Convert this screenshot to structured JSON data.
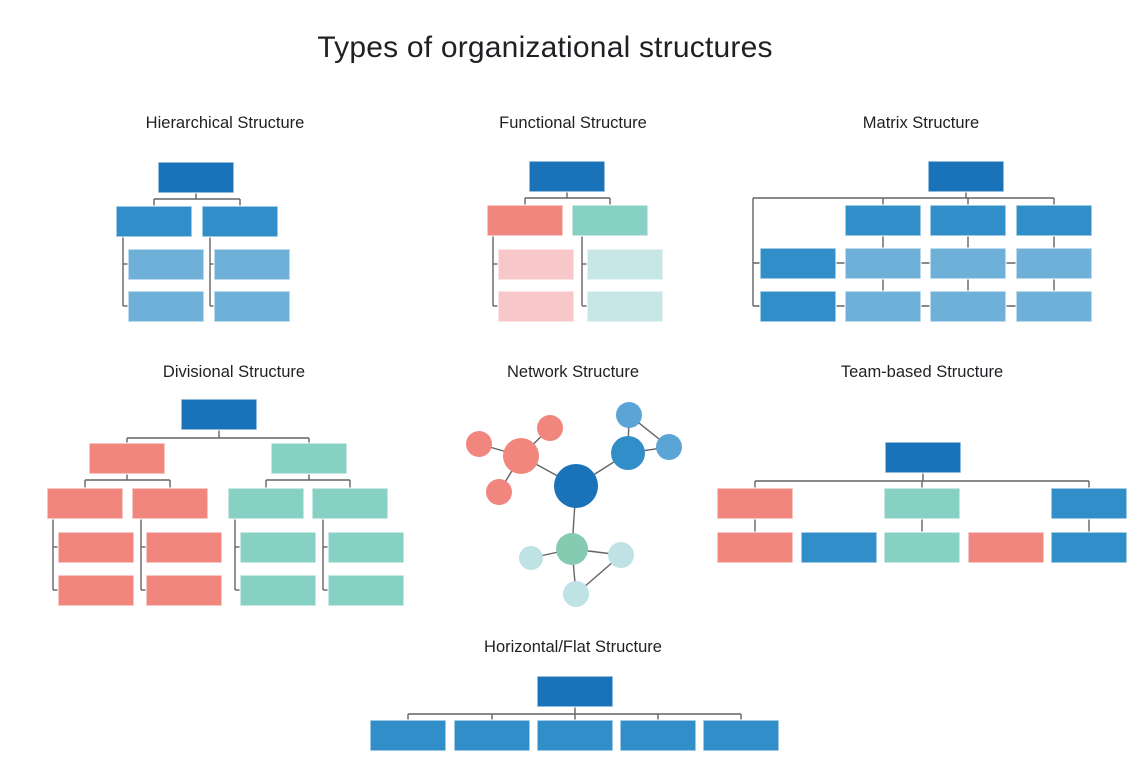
{
  "page": {
    "title": "Types of organizational structures",
    "background": "#ffffff",
    "text_color": "#1f2023"
  },
  "palette": {
    "dark_blue": "#1a72b8",
    "mid_blue": "#328ec8",
    "light_blue": "#6fb0d9",
    "sky_blue": "#5ba4d6",
    "salmon": "#f1867f",
    "pink": "#f8c7c9",
    "teal": "#87d0c4",
    "light_cyan": "#c6e7e5",
    "net_teal": "#85cbb2",
    "net_teal_light": "#bfe3e5",
    "line": "#646464"
  },
  "diagrams": [
    {
      "id": "hierarchical",
      "title": "Hierarchical Structure",
      "lines": [
        [
          196,
          193,
          196,
          199
        ],
        [
          154,
          199,
          240,
          199
        ],
        [
          154,
          199,
          154,
          206
        ],
        [
          240,
          199,
          240,
          206
        ],
        [
          123,
          237,
          123,
          306
        ],
        [
          123,
          264,
          128,
          264
        ],
        [
          123,
          306,
          128,
          306
        ],
        [
          210,
          237,
          210,
          306
        ],
        [
          210,
          264,
          215,
          264
        ],
        [
          210,
          306,
          215,
          306
        ]
      ],
      "rects": [
        [
          158,
          162,
          76,
          31,
          "dark_blue"
        ],
        [
          116,
          206,
          76,
          31,
          "mid_blue"
        ],
        [
          202,
          206,
          76,
          31,
          "mid_blue"
        ],
        [
          128,
          249,
          76,
          31,
          "light_blue"
        ],
        [
          214,
          249,
          76,
          31,
          "light_blue"
        ],
        [
          128,
          291,
          76,
          31,
          "light_blue"
        ],
        [
          214,
          291,
          76,
          31,
          "light_blue"
        ]
      ],
      "circles": []
    },
    {
      "id": "functional",
      "title": "Functional Structure",
      "lines": [
        [
          567,
          192,
          567,
          198
        ],
        [
          525,
          198,
          610,
          198
        ],
        [
          525,
          198,
          525,
          205
        ],
        [
          610,
          198,
          610,
          205
        ],
        [
          493,
          236,
          493,
          306
        ],
        [
          493,
          264,
          498,
          264
        ],
        [
          493,
          306,
          498,
          306
        ],
        [
          582,
          236,
          582,
          306
        ],
        [
          582,
          264,
          587,
          264
        ],
        [
          582,
          306,
          587,
          306
        ]
      ],
      "rects": [
        [
          529,
          161,
          76,
          31,
          "dark_blue"
        ],
        [
          487,
          205,
          76,
          31,
          "salmon"
        ],
        [
          572,
          205,
          76,
          31,
          "teal"
        ],
        [
          498,
          249,
          76,
          31,
          "pink"
        ],
        [
          587,
          249,
          76,
          31,
          "light_cyan"
        ],
        [
          498,
          291,
          76,
          31,
          "pink"
        ],
        [
          587,
          291,
          76,
          31,
          "light_cyan"
        ]
      ],
      "circles": []
    },
    {
      "id": "matrix",
      "title": "Matrix Structure",
      "lines": [
        [
          966,
          192,
          966,
          198
        ],
        [
          753,
          198,
          1054,
          198
        ],
        [
          753,
          198,
          753,
          306
        ],
        [
          883,
          198,
          883,
          205
        ],
        [
          968,
          198,
          968,
          205
        ],
        [
          1054,
          198,
          1054,
          205
        ],
        [
          883,
          236,
          883,
          306
        ],
        [
          968,
          236,
          968,
          306
        ],
        [
          1054,
          236,
          1054,
          306
        ],
        [
          753,
          263,
          1054,
          263
        ],
        [
          753,
          306,
          1054,
          306
        ]
      ],
      "rects": [
        [
          928,
          161,
          76,
          31,
          "dark_blue"
        ],
        [
          845,
          205,
          76,
          31,
          "mid_blue"
        ],
        [
          930,
          205,
          76,
          31,
          "mid_blue"
        ],
        [
          1016,
          205,
          76,
          31,
          "mid_blue"
        ],
        [
          760,
          248,
          76,
          31,
          "mid_blue"
        ],
        [
          845,
          248,
          76,
          31,
          "light_blue"
        ],
        [
          930,
          248,
          76,
          31,
          "light_blue"
        ],
        [
          1016,
          248,
          76,
          31,
          "light_blue"
        ],
        [
          760,
          291,
          76,
          31,
          "mid_blue"
        ],
        [
          845,
          291,
          76,
          31,
          "light_blue"
        ],
        [
          930,
          291,
          76,
          31,
          "light_blue"
        ],
        [
          1016,
          291,
          76,
          31,
          "light_blue"
        ]
      ],
      "circles": []
    },
    {
      "id": "divisional",
      "title": "Divisional Structure",
      "lines": [
        [
          219,
          430,
          219,
          438
        ],
        [
          127,
          438,
          309,
          438
        ],
        [
          127,
          438,
          127,
          443
        ],
        [
          309,
          438,
          309,
          443
        ],
        [
          127,
          474,
          127,
          480
        ],
        [
          85,
          480,
          170,
          480
        ],
        [
          85,
          480,
          85,
          488
        ],
        [
          170,
          480,
          170,
          488
        ],
        [
          309,
          474,
          309,
          480
        ],
        [
          266,
          480,
          350,
          480
        ],
        [
          266,
          480,
          266,
          488
        ],
        [
          350,
          480,
          350,
          488
        ],
        [
          53,
          519,
          53,
          590
        ],
        [
          53,
          547,
          58,
          547
        ],
        [
          53,
          590,
          58,
          590
        ],
        [
          141,
          519,
          141,
          590
        ],
        [
          141,
          547,
          146,
          547
        ],
        [
          141,
          590,
          146,
          590
        ],
        [
          235,
          519,
          235,
          590
        ],
        [
          235,
          547,
          240,
          547
        ],
        [
          235,
          590,
          240,
          590
        ],
        [
          323,
          519,
          323,
          590
        ],
        [
          323,
          547,
          328,
          547
        ],
        [
          323,
          590,
          328,
          590
        ]
      ],
      "rects": [
        [
          181,
          399,
          76,
          31,
          "dark_blue"
        ],
        [
          89,
          443,
          76,
          31,
          "salmon"
        ],
        [
          271,
          443,
          76,
          31,
          "teal"
        ],
        [
          47,
          488,
          76,
          31,
          "salmon"
        ],
        [
          132,
          488,
          76,
          31,
          "salmon"
        ],
        [
          228,
          488,
          76,
          31,
          "teal"
        ],
        [
          312,
          488,
          76,
          31,
          "teal"
        ],
        [
          58,
          532,
          76,
          31,
          "salmon"
        ],
        [
          146,
          532,
          76,
          31,
          "salmon"
        ],
        [
          240,
          532,
          76,
          31,
          "teal"
        ],
        [
          328,
          532,
          76,
          31,
          "teal"
        ],
        [
          58,
          575,
          76,
          31,
          "salmon"
        ],
        [
          146,
          575,
          76,
          31,
          "salmon"
        ],
        [
          240,
          575,
          76,
          31,
          "teal"
        ],
        [
          328,
          575,
          76,
          31,
          "teal"
        ]
      ],
      "circles": []
    },
    {
      "id": "network",
      "title": "Network Structure",
      "lines": [
        [
          576,
          486,
          521,
          456
        ],
        [
          576,
          486,
          628,
          453
        ],
        [
          576,
          486,
          572,
          549
        ],
        [
          521,
          456,
          479,
          444
        ],
        [
          521,
          456,
          550,
          428
        ],
        [
          521,
          456,
          499,
          492
        ],
        [
          628,
          453,
          629,
          415
        ],
        [
          628,
          453,
          669,
          447
        ],
        [
          629,
          415,
          669,
          447
        ],
        [
          572,
          549,
          531,
          558
        ],
        [
          572,
          549,
          621,
          555
        ],
        [
          572,
          549,
          576,
          594
        ],
        [
          621,
          555,
          576,
          594
        ]
      ],
      "rects": [],
      "circles": [
        [
          576,
          486,
          22,
          "dark_blue"
        ],
        [
          521,
          456,
          18,
          "salmon"
        ],
        [
          479,
          444,
          13,
          "salmon"
        ],
        [
          550,
          428,
          13,
          "salmon"
        ],
        [
          499,
          492,
          13,
          "salmon"
        ],
        [
          628,
          453,
          17,
          "mid_blue"
        ],
        [
          629,
          415,
          13,
          "sky_blue"
        ],
        [
          669,
          447,
          13,
          "sky_blue"
        ],
        [
          572,
          549,
          16,
          "net_teal"
        ],
        [
          531,
          558,
          12,
          "net_teal_light"
        ],
        [
          621,
          555,
          13,
          "net_teal_light"
        ],
        [
          576,
          594,
          13,
          "net_teal_light"
        ]
      ]
    },
    {
      "id": "team-based",
      "title": "Team-based Structure",
      "lines": [
        [
          923,
          473,
          923,
          481
        ],
        [
          755,
          481,
          1089,
          481
        ],
        [
          755,
          481,
          755,
          488
        ],
        [
          922,
          481,
          922,
          488
        ],
        [
          1089,
          481,
          1089,
          488
        ],
        [
          755,
          519,
          755,
          532
        ],
        [
          922,
          519,
          922,
          532
        ],
        [
          1089,
          519,
          1089,
          532
        ]
      ],
      "rects": [
        [
          885,
          442,
          76,
          31,
          "dark_blue"
        ],
        [
          717,
          488,
          76,
          31,
          "salmon"
        ],
        [
          884,
          488,
          76,
          31,
          "teal"
        ],
        [
          1051,
          488,
          76,
          31,
          "mid_blue"
        ],
        [
          717,
          532,
          76,
          31,
          "salmon"
        ],
        [
          801,
          532,
          76,
          31,
          "mid_blue"
        ],
        [
          884,
          532,
          76,
          31,
          "teal"
        ],
        [
          968,
          532,
          76,
          31,
          "salmon"
        ],
        [
          1051,
          532,
          76,
          31,
          "mid_blue"
        ]
      ],
      "circles": []
    },
    {
      "id": "horizontal-flat",
      "title": "Horizontal/Flat Structure",
      "lines": [
        [
          575,
          707,
          575,
          714
        ],
        [
          408,
          714,
          741,
          714
        ],
        [
          408,
          714,
          408,
          720
        ],
        [
          492,
          714,
          492,
          720
        ],
        [
          575,
          714,
          575,
          720
        ],
        [
          658,
          714,
          658,
          720
        ],
        [
          741,
          714,
          741,
          720
        ]
      ],
      "rects": [
        [
          537,
          676,
          76,
          31,
          "dark_blue"
        ],
        [
          370,
          720,
          76,
          31,
          "mid_blue"
        ],
        [
          454,
          720,
          76,
          31,
          "mid_blue"
        ],
        [
          537,
          720,
          76,
          31,
          "mid_blue"
        ],
        [
          620,
          720,
          76,
          31,
          "mid_blue"
        ],
        [
          703,
          720,
          76,
          31,
          "mid_blue"
        ]
      ],
      "circles": []
    }
  ]
}
